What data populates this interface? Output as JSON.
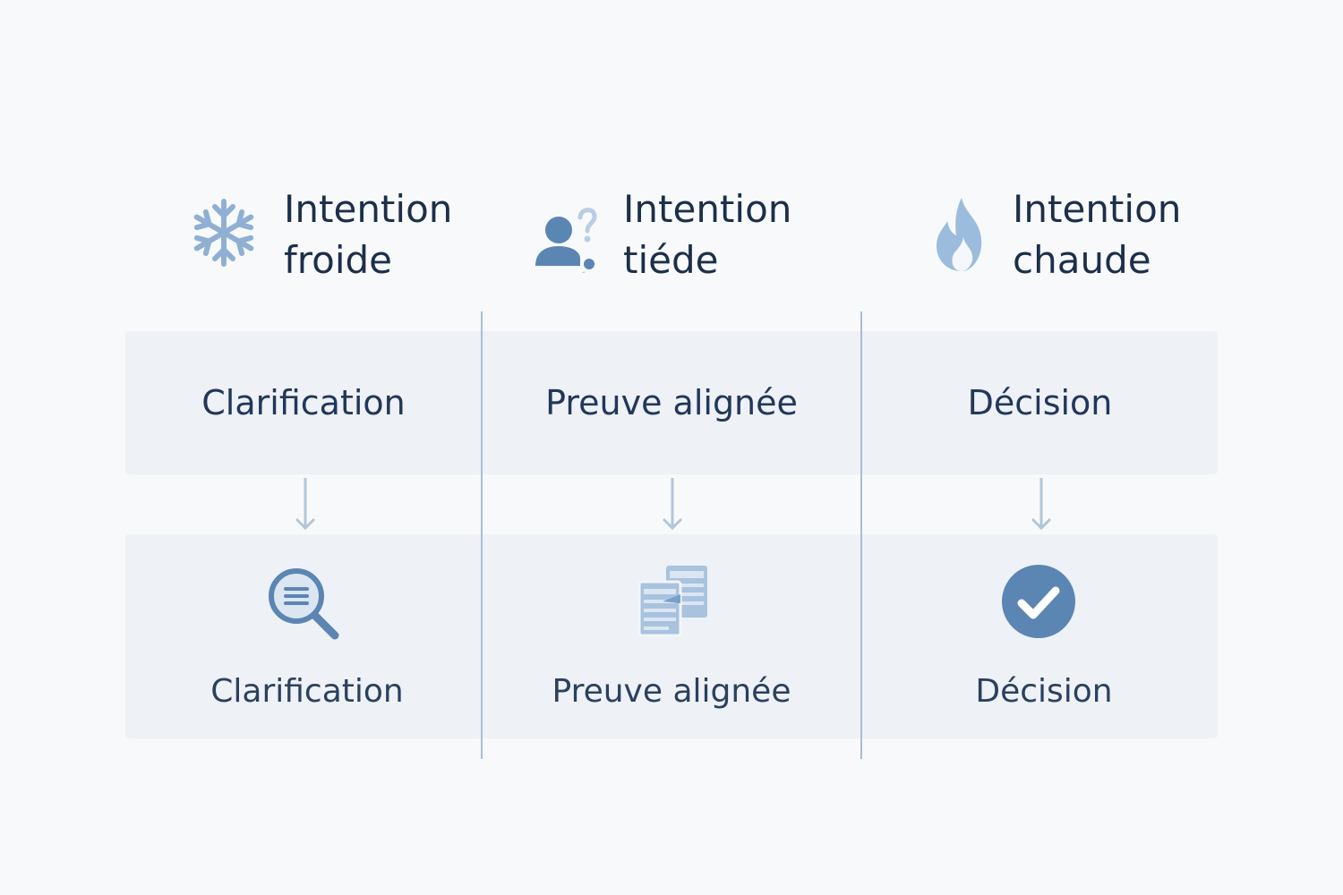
{
  "columns": [
    {
      "header_icon": "snowflake-icon",
      "header_title": "Intention\nfroide",
      "stage": "Clarification",
      "result_icon": "magnifier-icon",
      "result": "Clarification"
    },
    {
      "header_icon": "person-question-icon",
      "header_title": "Intention\ntiéde",
      "stage": "Preuve alignée",
      "result_icon": "documents-icon",
      "result": "Preuve alignée"
    },
    {
      "header_icon": "flame-icon",
      "header_title": "Intention\nchaude",
      "stage": "Décision",
      "result_icon": "check-circle-icon",
      "result": "Décision"
    }
  ],
  "colors": {
    "accent": "#5b85b3",
    "accent_light": "#9fbbd9",
    "band": "#eef1f5",
    "divider": "#a9bdd3",
    "text": "#1c2f4a"
  }
}
